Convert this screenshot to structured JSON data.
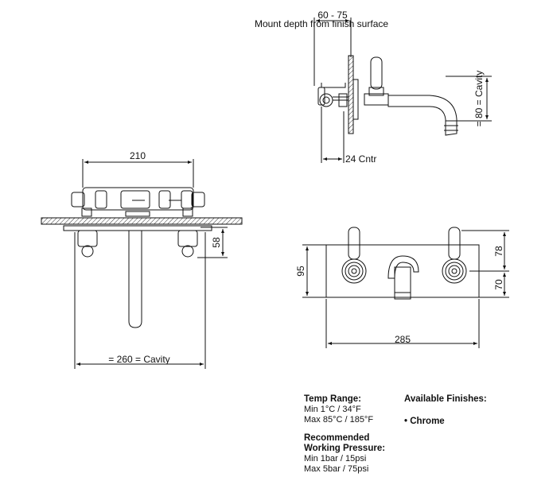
{
  "dimensions": {
    "mount_depth_range": "60  - 75",
    "mount_depth_caption": "Mount depth from finish surface",
    "cavity_side": "= 80 = Cavity",
    "centre": "24 Cntr",
    "valve_width": "210",
    "cavity_front": "= 260 = Cavity",
    "valve_depth": "58",
    "plate_height": "95",
    "plate_width": "285",
    "handle_height": "78",
    "spout_height": "70"
  },
  "specs": {
    "temp_title": "Temp Range:",
    "temp_min": "Min 1°C / 34°F",
    "temp_max": "Max 85°C / 185°F",
    "pressure_title_1": "Recommended",
    "pressure_title_2": "Working Pressure:",
    "pressure_min": "Min 1bar / 15psi",
    "pressure_max": "Max 5bar / 75psi",
    "finishes_title": "Available Finishes:",
    "finish_1": "Chrome",
    "bullet": "•"
  }
}
